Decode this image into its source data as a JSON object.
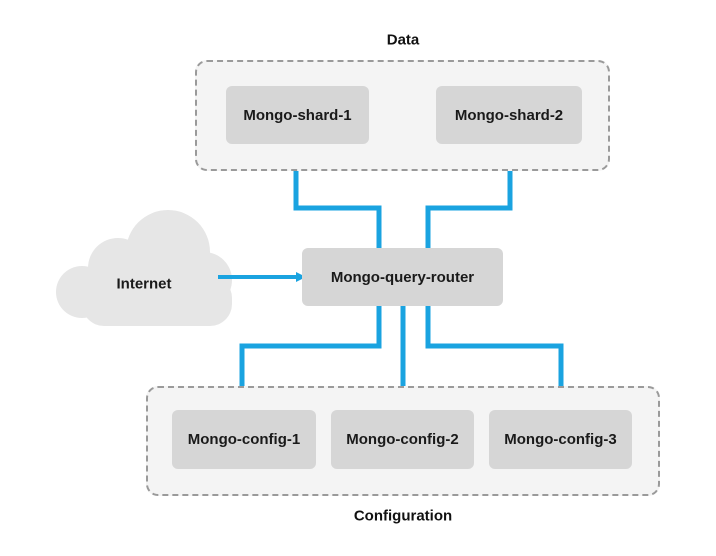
{
  "groups": {
    "data_label": "Data",
    "configuration_label": "Configuration"
  },
  "nodes": {
    "shard_1": "Mongo-shard-1",
    "shard_2": "Mongo-shard-2",
    "router": "Mongo-query-router",
    "config_1": "Mongo-config-1",
    "config_2": "Mongo-config-2",
    "config_3": "Mongo-config-3"
  },
  "internet": "Internet",
  "colors": {
    "connector": "#1aa3e0",
    "node_fill": "#d6d6d6",
    "group_border": "#9a9a9a",
    "group_fill": "#f4f4f4",
    "cloud_fill": "#e6e6e6"
  }
}
